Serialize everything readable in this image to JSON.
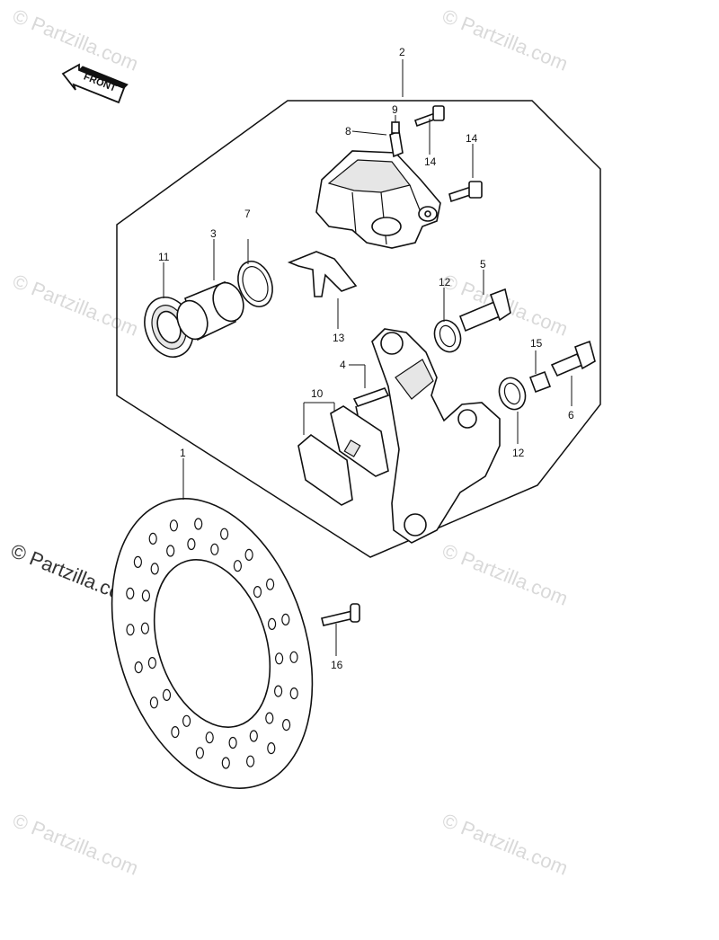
{
  "front_label": "FRONT",
  "watermarks": [
    "© Partzilla.com",
    "© Partzilla.com",
    "© Partzilla.com",
    "© Partzilla.com",
    "© Partzilla.com",
    "© Partzilla.com",
    "© Partzilla.com",
    "© Partzilla.com"
  ],
  "callouts": [
    "1",
    "2",
    "3",
    "4",
    "5",
    "6",
    "7",
    "8",
    "9",
    "10",
    "11",
    "12",
    "12",
    "13",
    "14",
    "14",
    "15",
    "16"
  ]
}
